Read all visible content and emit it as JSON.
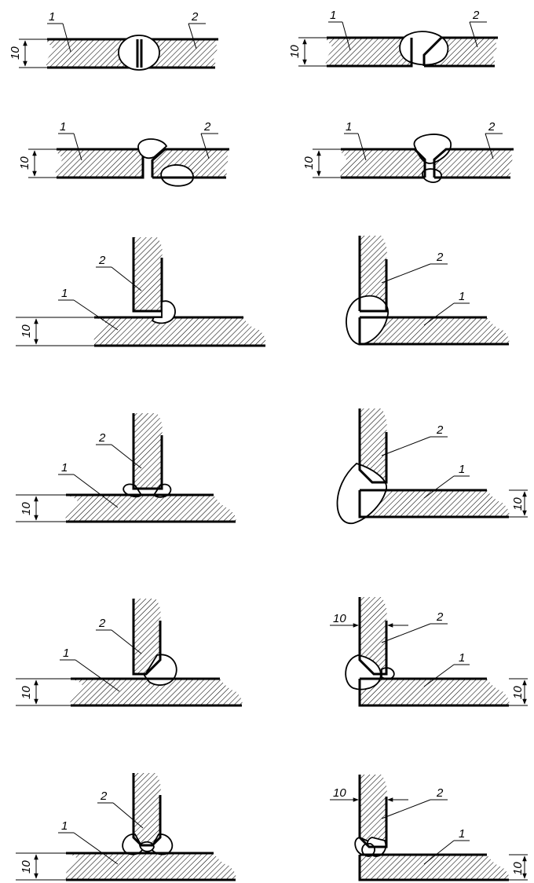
{
  "labels": {
    "part_one": "1",
    "part_two": "2",
    "thickness": "10"
  },
  "colors": {
    "line": "#000000",
    "background": "#ffffff"
  }
}
